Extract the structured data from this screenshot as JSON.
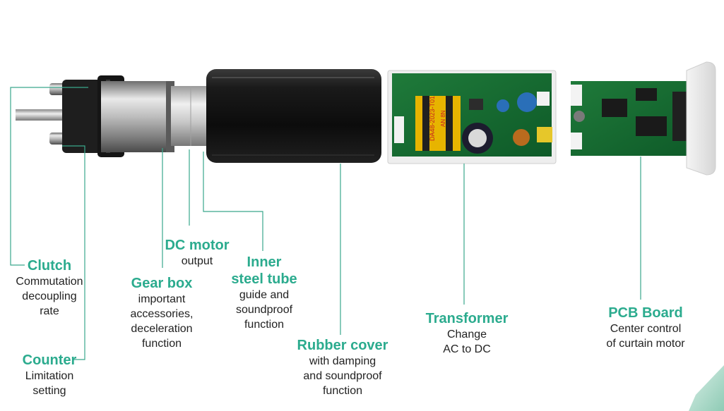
{
  "accent_color": "#2bab8e",
  "leader_color": "#3aa88c",
  "components": [
    {
      "id": "clutch",
      "title": "Clutch",
      "lines": [
        "Commutation",
        "decoupling",
        "rate"
      ]
    },
    {
      "id": "counter",
      "title": "Counter",
      "lines": [
        "Limitation",
        "setting"
      ]
    },
    {
      "id": "gearbox",
      "title": "Gear box",
      "lines": [
        "important",
        "accessories,",
        "deceleration",
        "function"
      ]
    },
    {
      "id": "dcmotor",
      "title": "DC motor",
      "lines": [
        "output"
      ]
    },
    {
      "id": "innertube",
      "title": "Inner steel tube",
      "title_lines": [
        "Inner",
        "steel tube"
      ],
      "lines": [
        "guide and",
        "soundproof",
        "function"
      ]
    },
    {
      "id": "rubber",
      "title": "Rubber cover",
      "lines": [
        "with damping",
        "and soundproof",
        "function"
      ]
    },
    {
      "id": "transformer",
      "title": "Transformer",
      "lines": [
        "Change",
        "AC to DC"
      ]
    },
    {
      "id": "pcb",
      "title": "PCB Board",
      "lines": [
        "Center control",
        "of curtain motor"
      ]
    }
  ],
  "board_markings": {
    "transformer_chip": "DA48-2023-T01",
    "transformer_small": "AN 8N"
  }
}
